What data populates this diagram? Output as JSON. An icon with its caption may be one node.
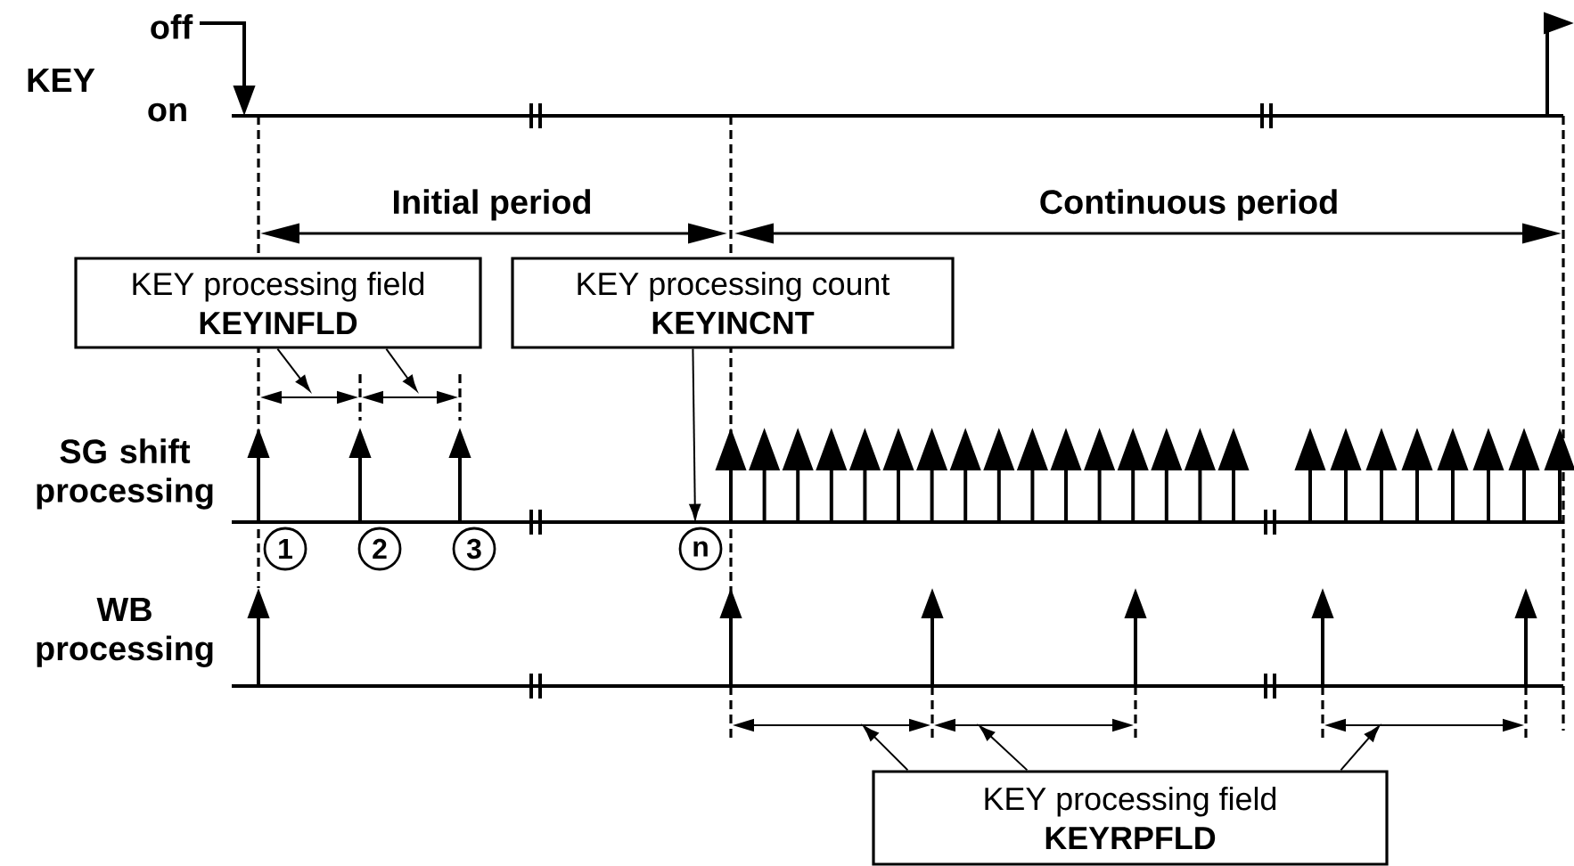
{
  "diagram": {
    "nodes": [
      {
        "text": [
          "KEY processing field",
          "KEYINFLD"
        ]
      },
      {
        "text": [
          "KEY processing count",
          "KEYINCNT"
        ]
      },
      {
        "text": [
          "1"
        ]
      },
      {
        "text": [
          "2"
        ]
      },
      {
        "text": [
          "3"
        ]
      },
      {
        "text": [
          "n"
        ]
      },
      {
        "text": [
          "KEY processing field",
          "KEYRPFLD"
        ]
      }
    ],
    "edges": [
      {
        "from": 0,
        "to": null,
        "arrow": "to"
      },
      {
        "from": 0,
        "to": null,
        "arrow": "to"
      },
      {
        "from": 1,
        "to": 5,
        "arrow": "to"
      },
      {
        "from": 6,
        "to": null,
        "arrow": "to"
      },
      {
        "from": 6,
        "to": null,
        "arrow": "to"
      },
      {
        "from": 6,
        "to": null,
        "arrow": "to"
      }
    ],
    "labels": [
      "off",
      "KEY",
      "on",
      "Initial period",
      "Continuous period",
      "SG shift processing",
      "WB processing"
    ]
  }
}
